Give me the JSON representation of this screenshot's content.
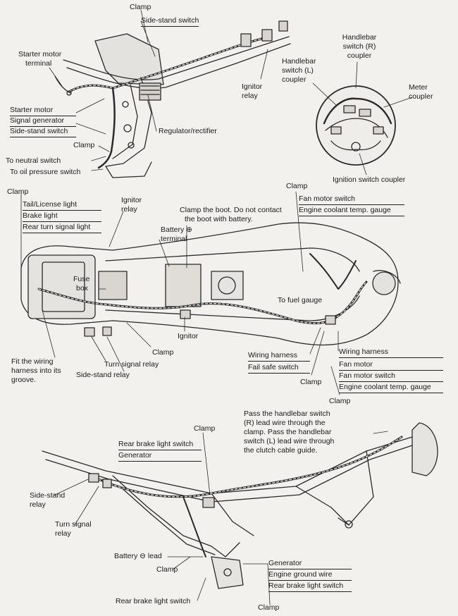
{
  "top": {
    "clamp_top": "Clamp",
    "side_stand_switch": "Side-stand switch",
    "starter_motor_terminal_1": "Starter motor",
    "starter_motor_terminal_2": "terminal",
    "handlebar_switch_r_1": "Handlebar",
    "handlebar_switch_r_2": "switch (R)",
    "handlebar_switch_r_3": "coupler",
    "handlebar_switch_l_1": "Handlebar",
    "handlebar_switch_l_2": "switch (L)",
    "handlebar_switch_l_3": "coupler",
    "meter_coupler_1": "Meter",
    "meter_coupler_2": "coupler",
    "ignitor_relay_1": "Ignitor",
    "ignitor_relay_2": "relay",
    "left_group": [
      "Starter motor",
      "Signal generator",
      "Side-stand switch"
    ],
    "clamp_left": "Clamp",
    "regulator_rectifier": "Regulator/rectifier",
    "to_neutral_switch": "To neutral switch",
    "to_oil_pressure_switch": "To oil pressure switch",
    "ignition_switch_coupler": "Ignition switch coupler"
  },
  "middle": {
    "clamp_left": "Clamp",
    "left_group": [
      "Tail/License light",
      "Brake light",
      "Rear turn signal light"
    ],
    "ignitor_relay_1": "Ignitor",
    "ignitor_relay_2": "relay",
    "clamp_boot_1": "Clamp the boot. Do not contact",
    "clamp_boot_2": "the boot with battery.",
    "battery_terminal_1": "Battery ⊕",
    "battery_terminal_2": "terminal",
    "clamp_right": "Clamp",
    "right_group": [
      "Fan motor switch",
      "Engine coolant temp. gauge"
    ],
    "fuse_box_1": "Fuse",
    "fuse_box_2": "box",
    "to_fuel_gauge": "To fuel gauge",
    "ignitor": "Ignitor",
    "clamp_bottom": "Clamp",
    "fit_harness_1": "Fit the wiring",
    "fit_harness_2": "harness into its",
    "fit_harness_3": "groove.",
    "turn_signal_relay": "Turn signal relay",
    "side_stand_relay": "Side-stand relay",
    "center_group": [
      "Wiring harness",
      "Fail safe switch"
    ],
    "clamp_center": "Clamp",
    "right_bottom_group": [
      "Wiring harness",
      "Fan motor",
      "Fan motor switch",
      "Engine coolant temp. gauge"
    ],
    "clamp_lowest": "Clamp"
  },
  "bottom": {
    "pass_note_1": "Pass the handlebar switch",
    "pass_note_2": "(R) lead wire through the",
    "pass_note_3": "clamp. Pass the handlebar",
    "pass_note_4": "switch (L) lead wire through",
    "pass_note_5": "the clutch cable guide.",
    "clamp_top": "Clamp",
    "top_group": [
      "Rear brake light switch",
      "Generator"
    ],
    "side_stand_relay_1": "Side-stand",
    "side_stand_relay_2": "relay",
    "turn_signal_relay_1": "Turn signal",
    "turn_signal_relay_2": "relay",
    "battery_lead": "Battery ⊖ lead",
    "clamp_mid": "Clamp",
    "right_group": [
      "Generator",
      "Engine ground wire",
      "Rear brake light switch"
    ],
    "rear_brake_light_switch": "Rear brake light switch",
    "clamp_bottom": "Clamp"
  }
}
